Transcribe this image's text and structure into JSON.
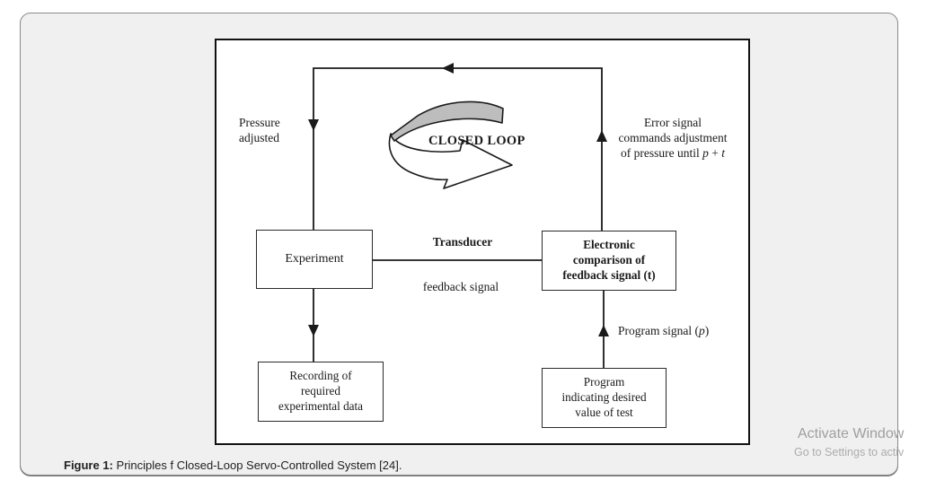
{
  "diagram": {
    "labels": {
      "pressure_line1": "Pressure",
      "pressure_line2": "adjusted",
      "closed_loop": "CLOSED LOOP",
      "error_line1": "Error signal",
      "error_line2": "commands adjustment",
      "error_line3_prefix": "of pressure until ",
      "error_p": "p",
      "error_plus": " + ",
      "error_t": "t",
      "transducer": "Transducer",
      "feedback_signal": "feedback signal",
      "program_signal_prefix": "Program signal (",
      "program_signal_p": "p",
      "program_signal_suffix": ")"
    },
    "boxes": {
      "experiment": {
        "line1": "Experiment"
      },
      "electronic": {
        "line1": "Electronic",
        "line2": "comparison of",
        "line3": "feedback signal (t)"
      },
      "recording": {
        "line1": "Recording of",
        "line2": "required",
        "line3": "experimental data"
      },
      "program": {
        "line1": "Program",
        "line2": "indicating desired",
        "line3": "value of test"
      }
    },
    "colors": {
      "ribbon_gray": "#bdbdbd",
      "line_black": "#1a1a1a",
      "card_bg": "#f0f0f1",
      "diagram_bg": "#ffffff"
    }
  },
  "caption": {
    "label": "Figure 1:",
    "text": " Principles f Closed-Loop Servo-Controlled System [24]."
  },
  "watermark": {
    "line1": "Activate Window",
    "line2": "Go to Settings to activ"
  }
}
